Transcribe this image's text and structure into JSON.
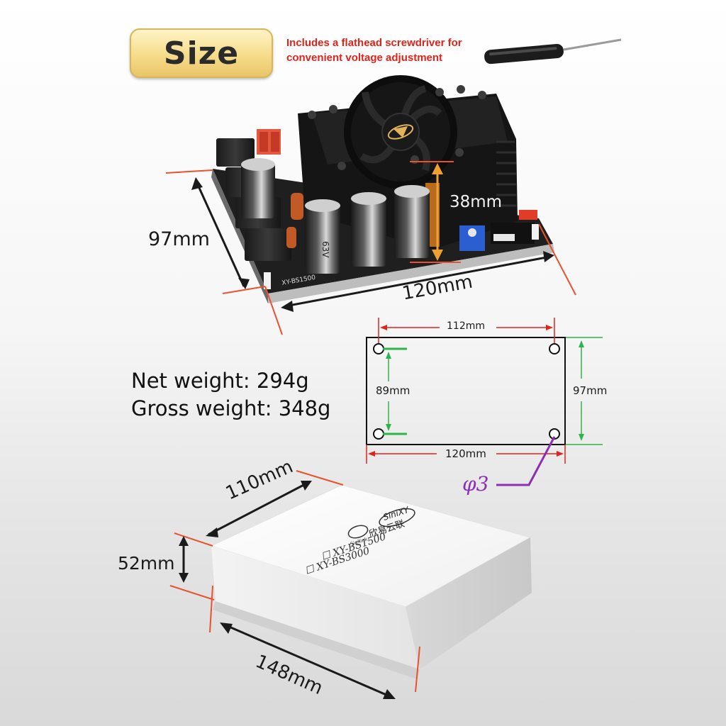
{
  "badge": {
    "label": "Size"
  },
  "note": {
    "line1": "Includes a flathead screwdriver for",
    "line2": "convenient voltage adjustment"
  },
  "board_dims": {
    "depth": "97mm",
    "width": "120mm",
    "height": "38mm"
  },
  "board_markings": {
    "model": "XY-BS1500",
    "cap_voltage": "63V"
  },
  "diagram": {
    "hole_span_x": "112mm",
    "hole_span_y": "89mm",
    "outer_height": "97mm",
    "outer_width": "120mm",
    "hole_diameter": "φ3"
  },
  "weights": {
    "net": "Net weight: 294g",
    "gross": "Gross weight: 348g"
  },
  "box_dims": {
    "depth": "110mm",
    "height": "52mm",
    "width": "148mm"
  },
  "box_labels": {
    "brand": "SiniXY",
    "brand_sub": "Sinilink",
    "brand_cn": "欣易云联",
    "option1": "☐ XY-BS1500",
    "option2": "☐ XY-BS3000"
  },
  "colors": {
    "accent_red": "#e0231b",
    "dimension_green": "#2fb34a",
    "hole_purple": "#8b2fb3",
    "badge_gold": "#f6dc8a"
  }
}
